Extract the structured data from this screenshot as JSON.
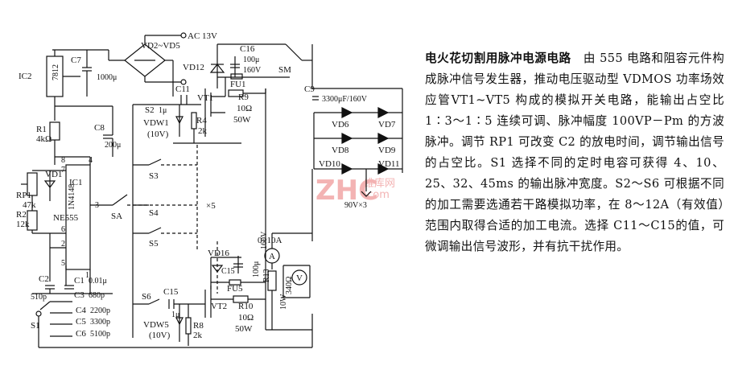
{
  "description": {
    "title": "电火花切割用脉冲电源电路",
    "body": "　由 555 电路和阻容元件构成脉冲信号发生器，推动电压驱动型 VDMOS 功率场效应管VT1~VT5 构成的模拟开关电路，能输出占空比 1∶3～1∶5 连续可调、脉冲幅度 100VP－Pm 的方波脉冲。调节 RP1 可改变 C2 的放电时间，调节输出信号的占空比。S1 选择不同的定时电容可获得 4、10、25、32、45ms 的输出脉冲宽度。S2～S6 可根据不同的加工需要选通若干路模拟功率，在 8～12A（有效值）范围内取得合适的加工电流。选择 C11～C15的值，可微调输出信号波形，并有抗干扰作用。"
  },
  "schematic": {
    "labels": {
      "ac": "AC 13V",
      "vd2": "VD2~VD5",
      "ic2": "IC2",
      "reg": "7812",
      "c7": "C7",
      "c7v": "1000μ",
      "vd12": "VD12",
      "c16": "C16",
      "c16v1": "100μ",
      "c16v2": "160V",
      "sm": "SM",
      "fu1": "FU1",
      "c9": "C9",
      "c9v": "3300μF/160V",
      "c11": "C11",
      "vt1": "VT1",
      "r9": "R9",
      "r9v1": "10Ω",
      "r9v2": "50W",
      "s2": "S2",
      "c11v": "1μ",
      "vdw1": "VDW1",
      "vdw1v": "(10V)",
      "r4": "R4",
      "r4v": "2k",
      "r1": "R1",
      "r1v": "4kΩ",
      "c8": "C8",
      "c8v": "200μ",
      "vd6": "VD6",
      "vd7": "VD7",
      "vd8": "VD8",
      "vd9": "VD9",
      "vd10": "VD10",
      "vd11": "VD11",
      "vd_note": "90V×3",
      "pin8": "8",
      "pin4": "4",
      "vd1": "VD1",
      "ic1": "IC1",
      "s3": "S3",
      "x5": "×5",
      "rp1": "RP1",
      "rp1v": "47k",
      "in4148": "1N4148",
      "r2": "R2",
      "r2v": "12k",
      "pin7": "7",
      "pin3": "3",
      "sa": "SA",
      "ne555": "NE555",
      "s4": "S4",
      "pin6": "6",
      "pin2": "2",
      "s5": "S5",
      "pin5": "5",
      "pin1": "1",
      "amm": "0~10A",
      "vd16": "VD16",
      "c15lbl": "C15",
      "fu5": "FU5",
      "r13": "R13",
      "r13v": "340Ω",
      "v160": "160V",
      "v100": "100μ",
      "r10w": "10W",
      "c2": "C2",
      "c2v": "510p",
      "c1": "C1",
      "c1v": "0.01μ",
      "c3": "C3",
      "c3v": "680p",
      "c4": "C4",
      "c4v": "2200p",
      "c5": "C5",
      "c5v": "3300p",
      "c6": "C6",
      "c6v": "5100p",
      "s1": "S1",
      "s6": "S6",
      "c15": "C15",
      "c15v": "1μ",
      "vt2": "VT2",
      "r10": "R10",
      "r10v1": "10Ω",
      "r10v2": "50W",
      "vdw5": "VDW5",
      "vdw5v": "(10V)",
      "r8": "R8",
      "r8v": "2k",
      "meter_a": "A",
      "meter_v": "V"
    },
    "watermark": {
      "main": "ZHC",
      "site": "维库网",
      "url": ".com"
    }
  }
}
